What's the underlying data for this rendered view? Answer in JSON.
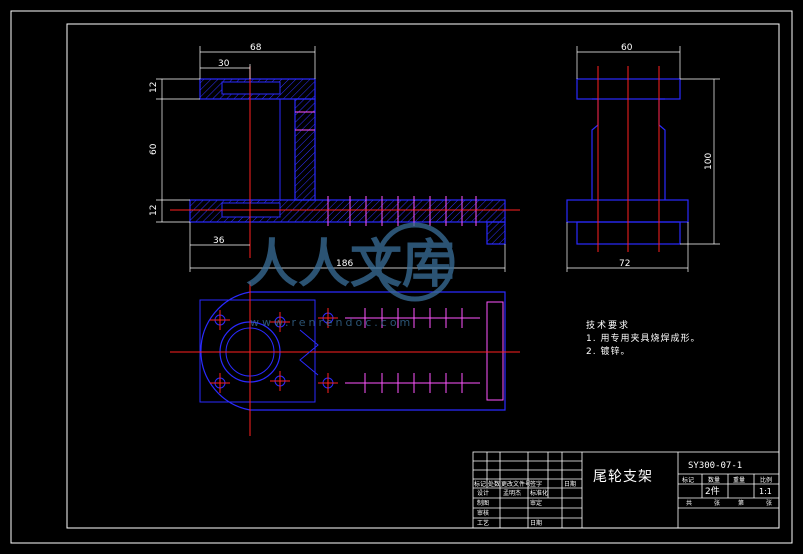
{
  "drawing": {
    "title": "尾轮支架",
    "drawing_number": "SY300-07-1",
    "quantity": "2件",
    "scale": "1:1",
    "colors": {
      "outline": "#2a2aff",
      "hatch": "#3030ff",
      "centerline": "#ff2020",
      "bolt": "#ff55ff",
      "dimension": "#ffffff",
      "frame": "#ffffff",
      "watermark": "#3a6f9a"
    }
  },
  "dimensions": {
    "front_view": [
      "68",
      "30",
      "12",
      "60",
      "12",
      "36",
      "186"
    ],
    "side_view": [
      "60",
      "100",
      "72"
    ]
  },
  "technical_requirements": {
    "heading": "技术要求",
    "items": [
      "1. 用专用夹具烧焊成形。",
      "2. 镀锌。"
    ]
  },
  "title_block": {
    "left_header": [
      "标记",
      "处数",
      "更改文件号",
      "签字",
      "日期"
    ],
    "rows": [
      {
        "label": "设计",
        "name": "孟明杰",
        "role": "标准化"
      },
      {
        "label": "制图",
        "name": "",
        "role": "审定"
      },
      {
        "label": "审核",
        "name": "",
        "role": ""
      },
      {
        "label": "工艺",
        "name": "",
        "role": "日期"
      }
    ],
    "right_headers": [
      "标记",
      "数量",
      "重量",
      "比例"
    ],
    "footer": [
      "共",
      "张",
      "第",
      "张"
    ]
  },
  "watermark": {
    "text": "人人文库",
    "url": "www.renrendoc.com"
  }
}
